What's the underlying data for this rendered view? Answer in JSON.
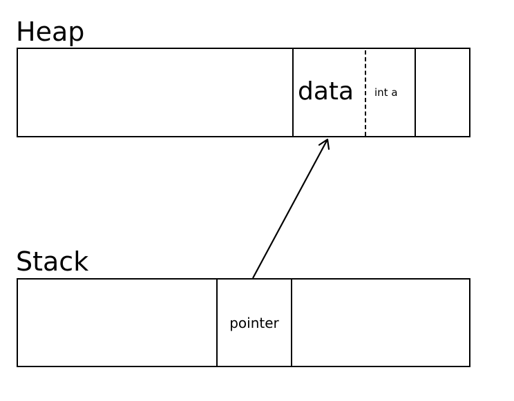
{
  "heap": {
    "title": "Heap",
    "data_label": "data",
    "field_label": "int a"
  },
  "stack": {
    "title": "Stack",
    "pointer_label": "pointer"
  }
}
